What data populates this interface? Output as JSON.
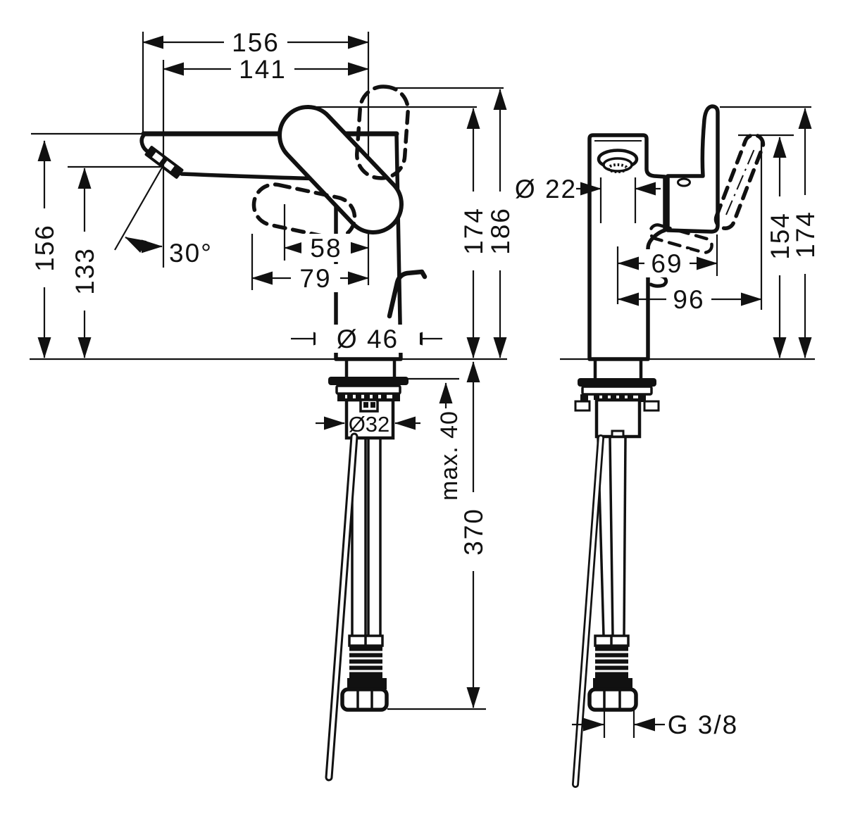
{
  "drawing": {
    "colors": {
      "line": "#111111",
      "background": "#ffffff"
    },
    "views": {
      "front": {
        "dims": {
          "spout_reach_overall": "156",
          "spout_reach": "141",
          "spout_height": "156",
          "aerator_height": "133",
          "spray_angle": "30°",
          "handle_offset_a": "58",
          "handle_offset_b": "79",
          "body_diameter": "Ø 46",
          "handle_height": "174",
          "overall_height": "186",
          "tailpiece_diameter": "Ø32",
          "max_deck_thickness": "max. 40",
          "hose_length": "370"
        }
      },
      "side": {
        "dims": {
          "aerator_diameter": "Ø 22",
          "handle_projection": "69",
          "handle_projection_open": "96",
          "handle_height": "154",
          "overall_height": "174",
          "connection_thread": "G 3/8"
        }
      }
    }
  }
}
